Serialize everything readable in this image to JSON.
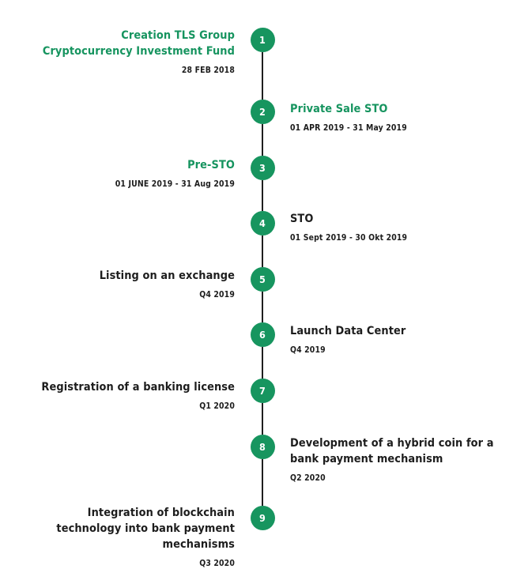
{
  "diagram": {
    "type": "vertical-timeline-roadmap",
    "accent_color": "#17955f",
    "line_color": "#1f1f1f",
    "text_color": "#1d1d1d",
    "milestones": [
      {
        "number": "1",
        "title": "Creation TLS Group\nCryptocurrency Investment Fund",
        "date": "28 FEB 2018",
        "side": "left",
        "title_color": "green"
      },
      {
        "number": "2",
        "title": "Private Sale STO",
        "date": "01 APR 2019 - 31 May 2019",
        "side": "right",
        "title_color": "green"
      },
      {
        "number": "3",
        "title": "Pre-STO",
        "date": "01 JUNE 2019 - 31 Aug 2019",
        "side": "left",
        "title_color": "green"
      },
      {
        "number": "4",
        "title": "STO",
        "date": "01 Sept 2019 - 30 Okt 2019",
        "side": "right",
        "title_color": "black"
      },
      {
        "number": "5",
        "title": "Listing on an exchange",
        "date": "Q4 2019",
        "side": "left",
        "title_color": "black"
      },
      {
        "number": "6",
        "title": "Launch Data Center",
        "date": "Q4 2019",
        "side": "right",
        "title_color": "black"
      },
      {
        "number": "7",
        "title": "Registration of a banking license",
        "date": "Q1 2020",
        "side": "left",
        "title_color": "black"
      },
      {
        "number": "8",
        "title": "Development of a hybrid coin for a\nbank payment mechanism",
        "date": "Q2 2020",
        "side": "right",
        "title_color": "black"
      },
      {
        "number": "9",
        "title": "Integration of blockchain\ntechnology into bank payment\nmechanisms",
        "date": "Q3 2020",
        "side": "left",
        "title_color": "black"
      }
    ]
  },
  "layout": {
    "node_centers_y": [
      50,
      141,
      212,
      282,
      353,
      423,
      494,
      565,
      655
    ],
    "entry_tops": [
      35,
      128,
      199,
      267,
      339,
      409,
      480,
      551,
      639
    ]
  }
}
